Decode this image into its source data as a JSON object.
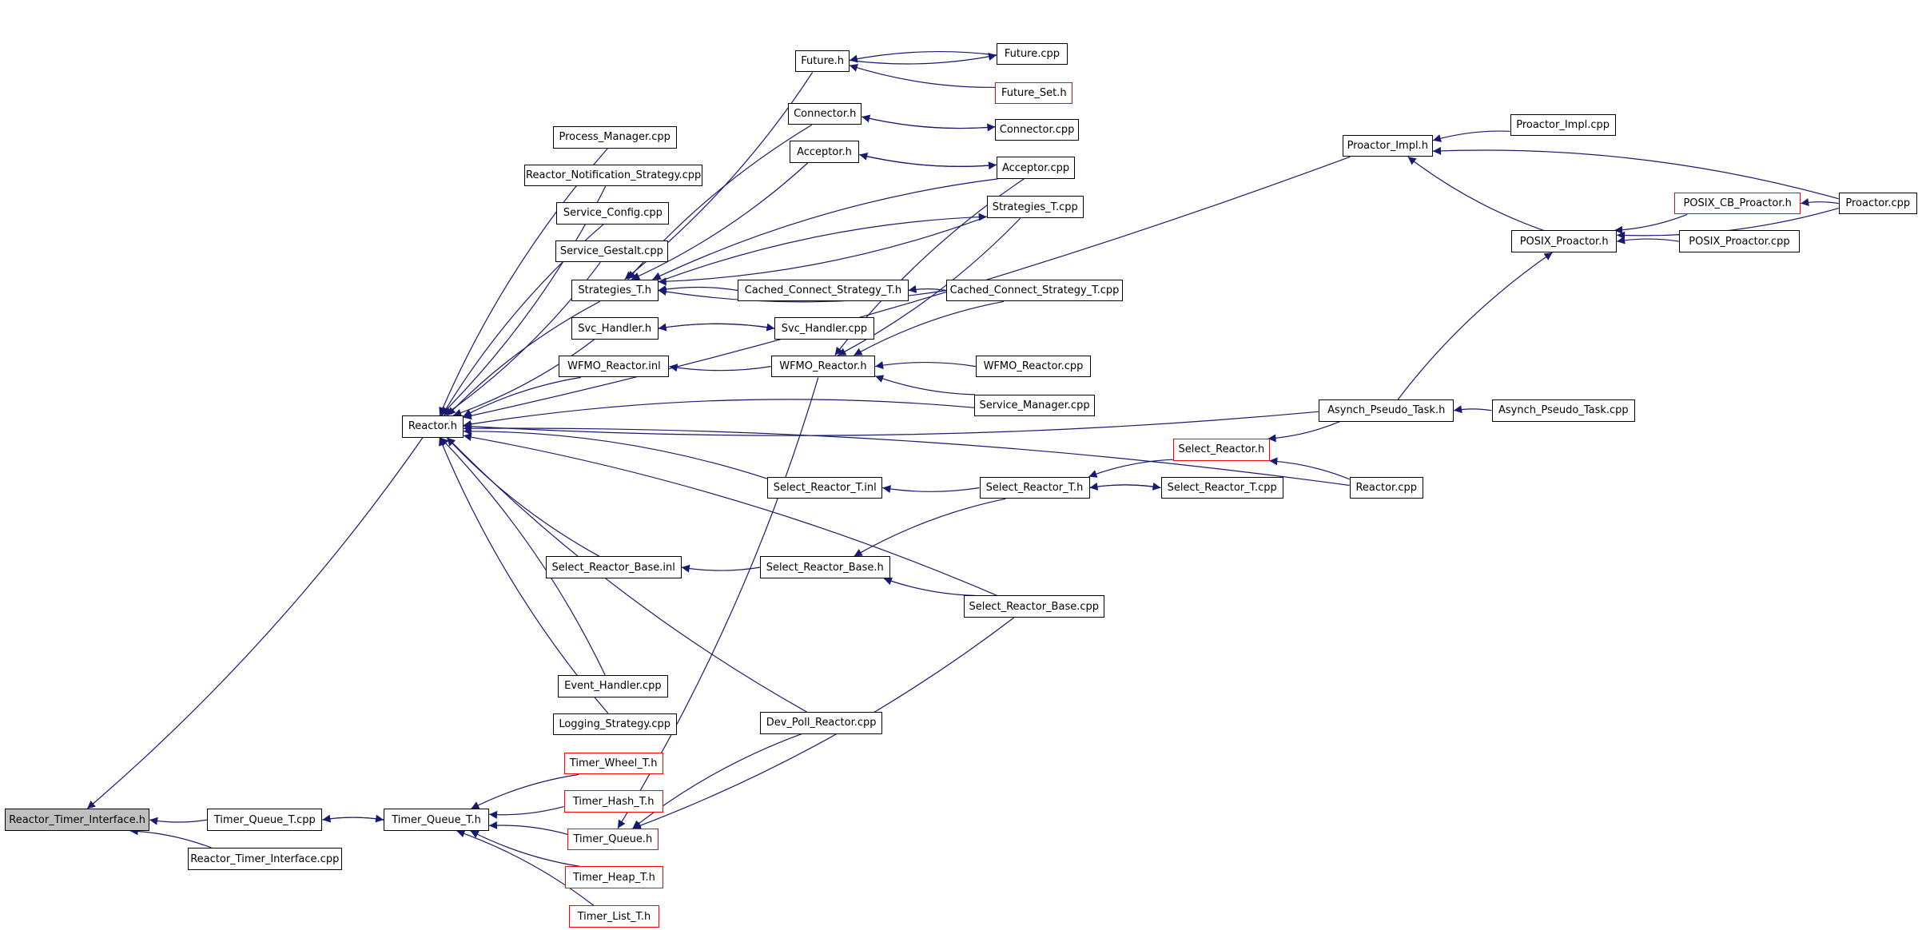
{
  "colors": {
    "edge": "#191970",
    "border": "#000000",
    "truncated_border": "#ff0000",
    "root_fill": "#bfbfbf"
  },
  "nodes": [
    {
      "id": "rti_h",
      "label": "Reactor_Timer_Interface.h",
      "style": "root"
    },
    {
      "id": "tq_t_cpp",
      "label": "Timer_Queue_T.cpp",
      "style": "normal"
    },
    {
      "id": "rti_cpp",
      "label": "Reactor_Timer_Interface.cpp",
      "style": "normal"
    },
    {
      "id": "tq_t_h",
      "label": "Timer_Queue_T.h",
      "style": "normal"
    },
    {
      "id": "tw_t_h",
      "label": "Timer_Wheel_T.h",
      "style": "truncated"
    },
    {
      "id": "th_t_h",
      "label": "Timer_Hash_T.h",
      "style": "truncated"
    },
    {
      "id": "tq_h",
      "label": "Timer_Queue.h",
      "style": "truncated"
    },
    {
      "id": "theap_h",
      "label": "Timer_Heap_T.h",
      "style": "truncated"
    },
    {
      "id": "tl_t_h",
      "label": "Timer_List_T.h",
      "style": "truncated"
    },
    {
      "id": "reactor_h",
      "label": "Reactor.h",
      "style": "normal"
    },
    {
      "id": "pm_cpp",
      "label": "Process_Manager.cpp",
      "style": "normal"
    },
    {
      "id": "rns_cpp",
      "label": "Reactor_Notification_Strategy.cpp",
      "style": "normal"
    },
    {
      "id": "sc_cpp",
      "label": "Service_Config.cpp",
      "style": "normal"
    },
    {
      "id": "sg_cpp",
      "label": "Service_Gestalt.cpp",
      "style": "normal"
    },
    {
      "id": "str_t_h",
      "label": "Strategies_T.h",
      "style": "normal"
    },
    {
      "id": "svc_h",
      "label": "Svc_Handler.h",
      "style": "normal"
    },
    {
      "id": "wfmo_inl",
      "label": "WFMO_Reactor.inl",
      "style": "normal"
    },
    {
      "id": "sbase_inl",
      "label": "Select_Reactor_Base.inl",
      "style": "normal"
    },
    {
      "id": "eh_cpp",
      "label": "Event_Handler.cpp",
      "style": "normal"
    },
    {
      "id": "ls_cpp",
      "label": "Logging_Strategy.cpp",
      "style": "normal"
    },
    {
      "id": "future_h",
      "label": "Future.h",
      "style": "normal"
    },
    {
      "id": "conn_h",
      "label": "Connector.h",
      "style": "normal"
    },
    {
      "id": "acc_h",
      "label": "Acceptor.h",
      "style": "normal"
    },
    {
      "id": "ccs_t_h",
      "label": "Cached_Connect_Strategy_T.h",
      "style": "normal"
    },
    {
      "id": "svc_cpp",
      "label": "Svc_Handler.cpp",
      "style": "normal"
    },
    {
      "id": "wfmo_h",
      "label": "WFMO_Reactor.h",
      "style": "normal"
    },
    {
      "id": "srt_inl",
      "label": "Select_Reactor_T.inl",
      "style": "normal"
    },
    {
      "id": "sbase_h",
      "label": "Select_Reactor_Base.h",
      "style": "normal"
    },
    {
      "id": "dpr_cpp",
      "label": "Dev_Poll_Reactor.cpp",
      "style": "normal"
    },
    {
      "id": "future_cpp",
      "label": "Future.cpp",
      "style": "normal"
    },
    {
      "id": "futureset_h",
      "label": "Future_Set.h",
      "style": "truncated"
    },
    {
      "id": "conn_cpp",
      "label": "Connector.cpp",
      "style": "normal"
    },
    {
      "id": "acc_cpp",
      "label": "Acceptor.cpp",
      "style": "normal"
    },
    {
      "id": "str_t_cpp",
      "label": "Strategies_T.cpp",
      "style": "normal"
    },
    {
      "id": "ccs_t_cpp",
      "label": "Cached_Connect_Strategy_T.cpp",
      "style": "normal"
    },
    {
      "id": "wfmo_cpp",
      "label": "WFMO_Reactor.cpp",
      "style": "normal"
    },
    {
      "id": "sm_cpp",
      "label": "Service_Manager.cpp",
      "style": "normal"
    },
    {
      "id": "srt_h",
      "label": "Select_Reactor_T.h",
      "style": "normal"
    },
    {
      "id": "srt_cpp",
      "label": "Select_Reactor_T.cpp",
      "style": "normal"
    },
    {
      "id": "sbase_cpp",
      "label": "Select_Reactor_Base.cpp",
      "style": "normal"
    },
    {
      "id": "sr_h",
      "label": "Select_Reactor.h",
      "style": "truncated"
    },
    {
      "id": "reactor_cpp",
      "label": "Reactor.cpp",
      "style": "normal"
    },
    {
      "id": "apt_h",
      "label": "Asynch_Pseudo_Task.h",
      "style": "normal"
    },
    {
      "id": "apt_cpp",
      "label": "Asynch_Pseudo_Task.cpp",
      "style": "normal"
    },
    {
      "id": "pimpl_h",
      "label": "Proactor_Impl.h",
      "style": "normal"
    },
    {
      "id": "pimpl_cpp",
      "label": "Proactor_Impl.cpp",
      "style": "normal"
    },
    {
      "id": "posix_h",
      "label": "POSIX_Proactor.h",
      "style": "normal"
    },
    {
      "id": "posixcb_h",
      "label": "POSIX_CB_Proactor.h",
      "style": "truncated"
    },
    {
      "id": "posix_cpp",
      "label": "POSIX_Proactor.cpp",
      "style": "normal"
    },
    {
      "id": "proactor_cpp",
      "label": "Proactor.cpp",
      "style": "normal"
    }
  ],
  "edges": [
    [
      "tq_t_cpp",
      "rti_h"
    ],
    [
      "rti_cpp",
      "rti_h"
    ],
    [
      "reactor_h",
      "rti_h"
    ],
    [
      "tq_t_h",
      "tq_t_cpp"
    ],
    [
      "tq_t_cpp",
      "tq_t_h"
    ],
    [
      "tw_t_h",
      "tq_t_h"
    ],
    [
      "th_t_h",
      "tq_t_h"
    ],
    [
      "tq_h",
      "tq_t_h"
    ],
    [
      "theap_h",
      "tq_t_h"
    ],
    [
      "tl_t_h",
      "tq_t_h"
    ],
    [
      "wfmo_h",
      "tq_h"
    ],
    [
      "dpr_cpp",
      "tq_h"
    ],
    [
      "sbase_cpp",
      "tq_h"
    ],
    [
      "pm_cpp",
      "reactor_h"
    ],
    [
      "rns_cpp",
      "reactor_h"
    ],
    [
      "sc_cpp",
      "reactor_h"
    ],
    [
      "sg_cpp",
      "reactor_h"
    ],
    [
      "str_t_h",
      "reactor_h"
    ],
    [
      "svc_h",
      "reactor_h"
    ],
    [
      "wfmo_inl",
      "reactor_h"
    ],
    [
      "sbase_inl",
      "reactor_h"
    ],
    [
      "eh_cpp",
      "reactor_h"
    ],
    [
      "ls_cpp",
      "reactor_h"
    ],
    [
      "srt_inl",
      "reactor_h"
    ],
    [
      "dpr_cpp",
      "reactor_h"
    ],
    [
      "sm_cpp",
      "reactor_h"
    ],
    [
      "apt_h",
      "reactor_h"
    ],
    [
      "reactor_cpp",
      "reactor_h"
    ],
    [
      "pimpl_h",
      "reactor_h"
    ],
    [
      "sbase_cpp",
      "reactor_h"
    ],
    [
      "future_h",
      "str_t_h"
    ],
    [
      "conn_h",
      "str_t_h"
    ],
    [
      "acc_h",
      "str_t_h"
    ],
    [
      "ccs_t_h",
      "str_t_h"
    ],
    [
      "str_t_cpp",
      "str_t_h"
    ],
    [
      "acc_cpp",
      "str_t_h"
    ],
    [
      "ccs_t_cpp",
      "str_t_h"
    ],
    [
      "future_cpp",
      "future_h"
    ],
    [
      "futureset_h",
      "future_h"
    ],
    [
      "future_h",
      "future_cpp"
    ],
    [
      "conn_cpp",
      "conn_h"
    ],
    [
      "conn_h",
      "conn_cpp"
    ],
    [
      "acc_cpp",
      "acc_h"
    ],
    [
      "acc_h",
      "acc_cpp"
    ],
    [
      "str_t_h",
      "str_t_cpp"
    ],
    [
      "ccs_t_cpp",
      "ccs_t_h"
    ],
    [
      "svc_h",
      "svc_cpp"
    ],
    [
      "svc_cpp",
      "svc_h"
    ],
    [
      "wfmo_h",
      "wfmo_inl"
    ],
    [
      "wfmo_cpp",
      "wfmo_h"
    ],
    [
      "sm_cpp",
      "wfmo_h"
    ],
    [
      "acc_cpp",
      "wfmo_h"
    ],
    [
      "str_t_cpp",
      "wfmo_h"
    ],
    [
      "ccs_t_cpp",
      "wfmo_h"
    ],
    [
      "srt_h",
      "srt_inl"
    ],
    [
      "srt_cpp",
      "srt_h"
    ],
    [
      "srt_h",
      "srt_cpp"
    ],
    [
      "sr_h",
      "srt_h"
    ],
    [
      "sbase_h",
      "sbase_inl"
    ],
    [
      "srt_h",
      "sbase_h"
    ],
    [
      "sbase_cpp",
      "sbase_h"
    ],
    [
      "reactor_cpp",
      "sr_h"
    ],
    [
      "apt_h",
      "sr_h"
    ],
    [
      "apt_cpp",
      "apt_h"
    ],
    [
      "apt_h",
      "posix_h"
    ],
    [
      "pimpl_cpp",
      "pimpl_h"
    ],
    [
      "posix_h",
      "pimpl_h"
    ],
    [
      "proactor_cpp",
      "pimpl_h"
    ],
    [
      "posixcb_h",
      "posix_h"
    ],
    [
      "posix_cpp",
      "posix_h"
    ],
    [
      "proactor_cpp",
      "posix_h"
    ],
    [
      "proactor_cpp",
      "posixcb_h"
    ]
  ]
}
